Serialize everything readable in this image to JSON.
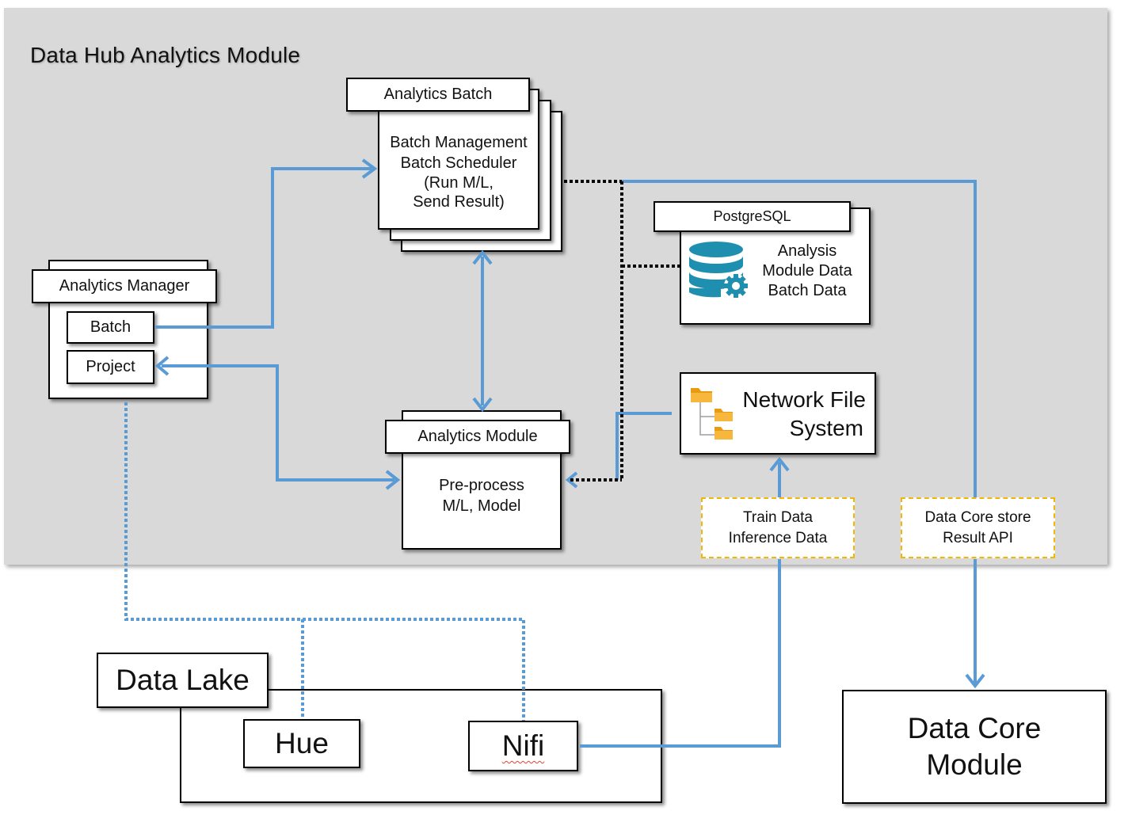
{
  "panel": {
    "title": "Data Hub Analytics Module"
  },
  "analytics_batch": {
    "title": "Analytics Batch",
    "lines": [
      "Batch Management",
      "Batch Scheduler",
      "(Run M/L,",
      "Send Result)"
    ]
  },
  "analytics_manager": {
    "title": "Analytics Manager",
    "batch": "Batch",
    "project": "Project"
  },
  "postgresql": {
    "title": "PostgreSQL",
    "lines": [
      "Analysis",
      "Module Data",
      "Batch Data"
    ]
  },
  "nfs": {
    "line1": "Network File",
    "line2": "System"
  },
  "analytics_module": {
    "title": "Analytics Module",
    "lines": [
      "Pre-process",
      "M/L, Model"
    ]
  },
  "train_label": {
    "line1": "Train Data",
    "line2": "Inference Data"
  },
  "result_label": {
    "line1": "Data Core store",
    "line2": "Result API"
  },
  "data_lake": {
    "title": "Data Lake",
    "hue": "Hue",
    "nifi": "Nifi"
  },
  "data_core": {
    "line1": "Data Core",
    "line2": "Module"
  },
  "colors": {
    "connector_blue": "#5b9bd5",
    "panel_gray": "#d9d9d9",
    "label_border": "#f2b705",
    "db_teal": "#1f8fb0"
  }
}
